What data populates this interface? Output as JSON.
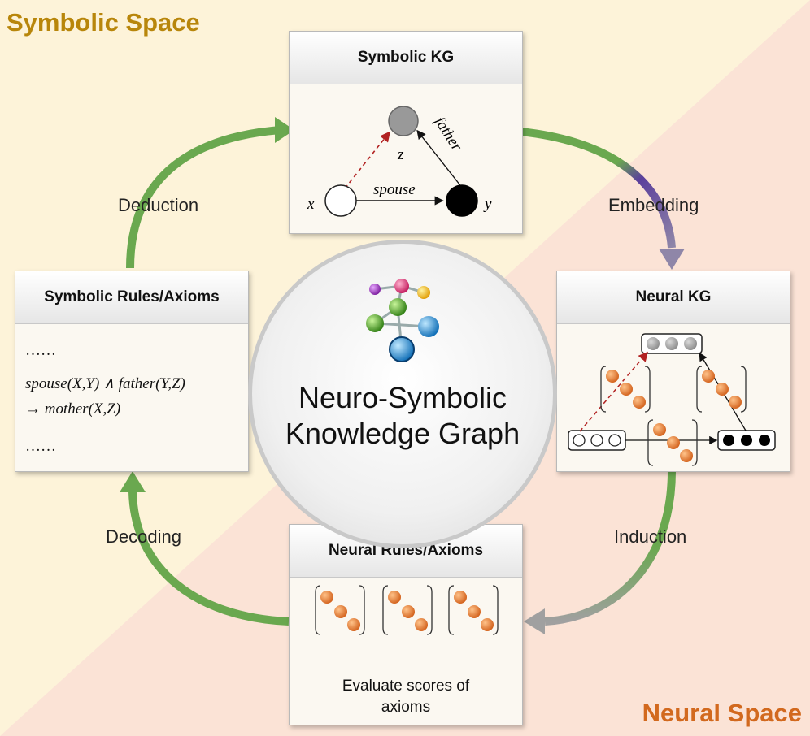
{
  "spaces": {
    "symbolic": "Symbolic Space",
    "neural": "Neural Space"
  },
  "center": {
    "line1": "Neuro-Symbolic",
    "line2": "Knowledge Graph"
  },
  "arrows": {
    "deduction": "Deduction",
    "embedding": "Embedding",
    "induction": "Induction",
    "decoding": "Decoding"
  },
  "symbolic_kg": {
    "title": "Symbolic KG",
    "node_x": "x",
    "node_y": "y",
    "node_z": "z",
    "edge_spouse": "spouse",
    "edge_father": "father"
  },
  "neural_kg": {
    "title": "Neural KG"
  },
  "symbolic_rules": {
    "title": "Symbolic Rules/Axioms",
    "dots_top": "……",
    "rule_line1": "spouse(X,Y) ∧ father(Y,Z)",
    "rule_line2": "→ mother(X,Z)",
    "dots_bottom": "……"
  },
  "neural_rules": {
    "title": "Neural Rules/Axioms",
    "caption_line1": "Evaluate scores of",
    "caption_line2": "axioms"
  },
  "colors": {
    "arrow_green": "#6aa84f",
    "arrow_purple": "#6b4aa0",
    "arrow_gray": "#8f8f8f",
    "symbolic_label": "#b8860b",
    "neural_label": "#d2691e",
    "orange_ball": "#e87a2c"
  }
}
